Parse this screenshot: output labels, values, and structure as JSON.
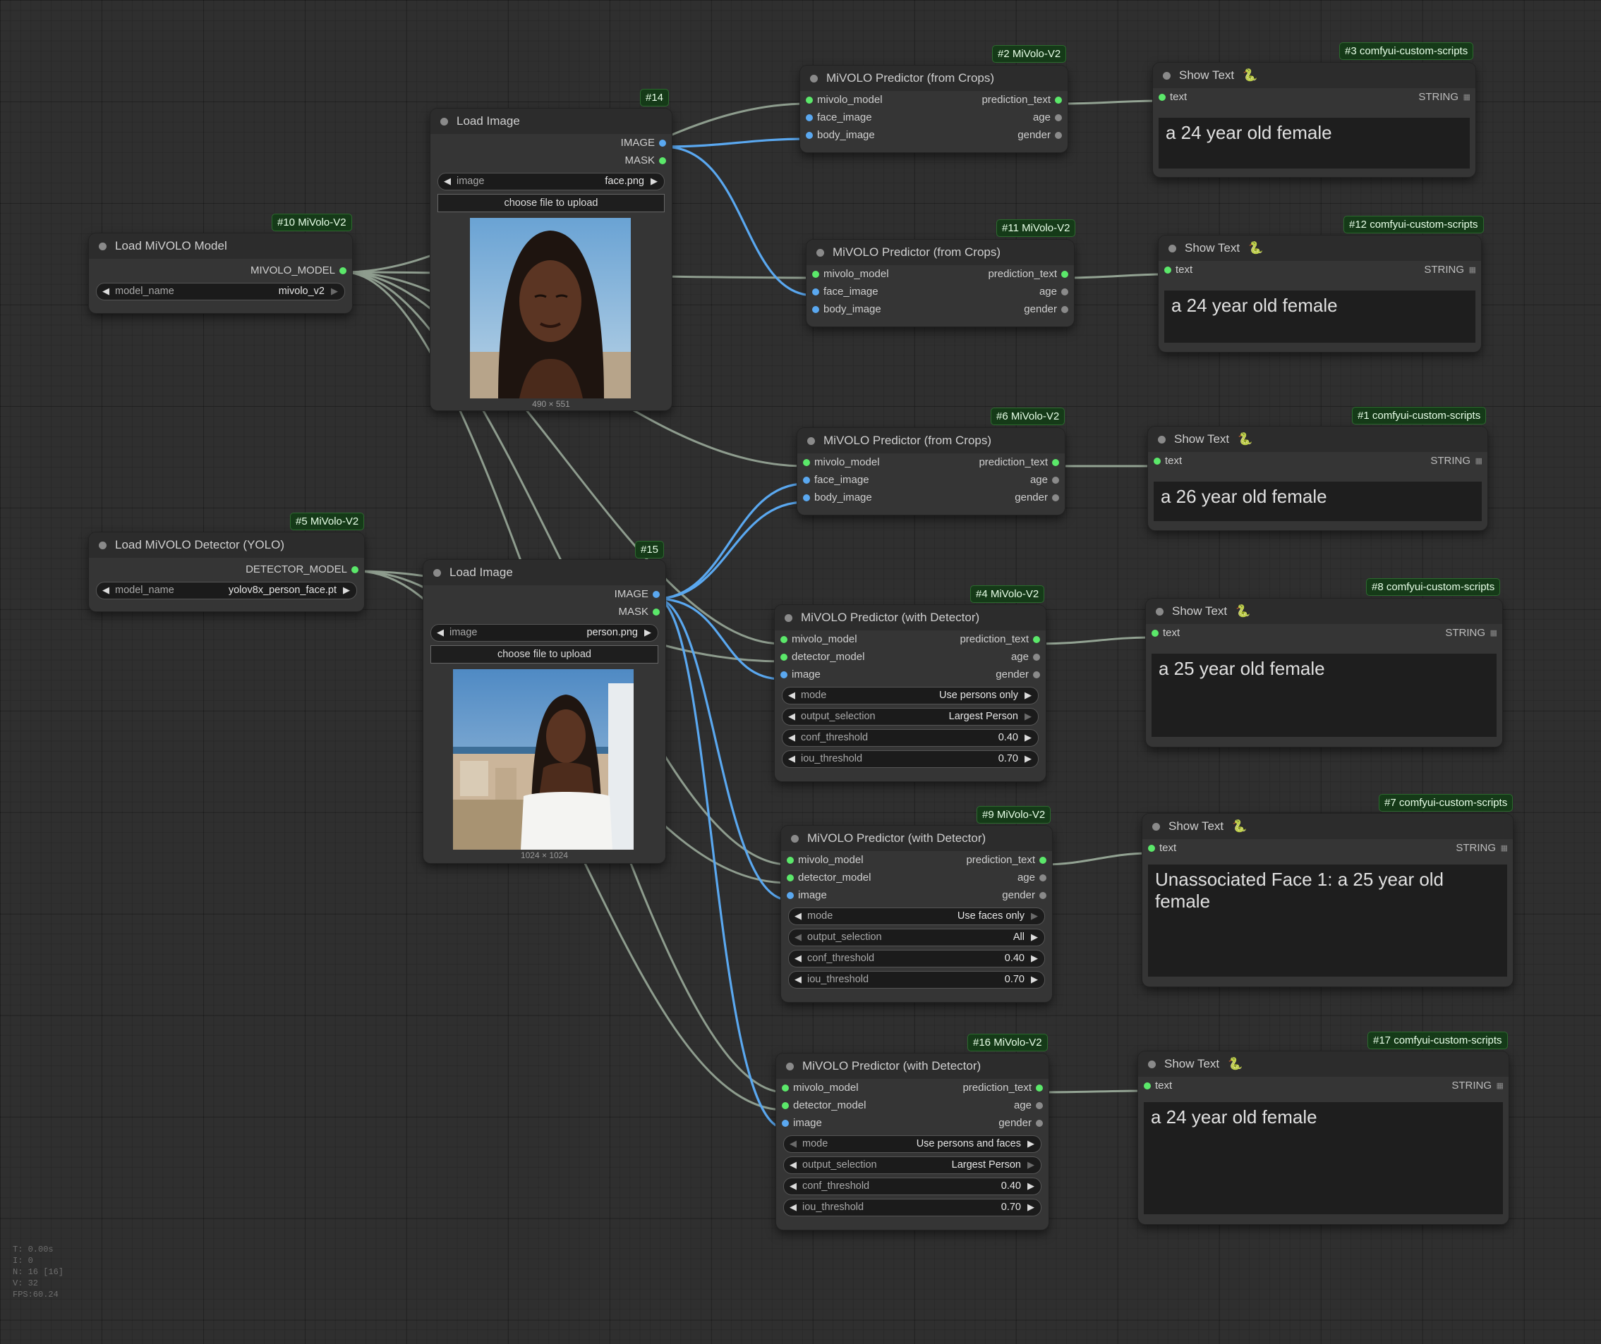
{
  "nodes": {
    "n14": {
      "badge": "#14",
      "title": "Load Image",
      "out1": "IMAGE",
      "out2": "MASK",
      "w_label": "image",
      "w_value": "face.png",
      "upload": "choose file to upload",
      "caption": "490 × 551"
    },
    "n15": {
      "badge": "#15",
      "title": "Load Image",
      "out1": "IMAGE",
      "out2": "MASK",
      "w_label": "image",
      "w_value": "person.png",
      "upload": "choose file to upload",
      "caption": "1024 × 1024"
    },
    "n10": {
      "badge": "#10 MiVolo-V2",
      "title": "Load MiVOLO Model",
      "out1": "MIVOLO_MODEL",
      "w_label": "model_name",
      "w_value": "mivolo_v2"
    },
    "n5": {
      "badge": "#5 MiVolo-V2",
      "title": "Load MiVOLO Detector (YOLO)",
      "out1": "DETECTOR_MODEL",
      "w_label": "model_name",
      "w_value": "yolov8x_person_face.pt"
    },
    "n2": {
      "badge": "#2 MiVolo-V2",
      "title": "MiVOLO Predictor (from Crops)",
      "in1": "mivolo_model",
      "in2": "face_image",
      "in3": "body_image",
      "out1": "prediction_text",
      "out2": "age",
      "out3": "gender"
    },
    "n11": {
      "badge": "#11 MiVolo-V2",
      "title": "MiVOLO Predictor (from Crops)",
      "in1": "mivolo_model",
      "in2": "face_image",
      "in3": "body_image",
      "out1": "prediction_text",
      "out2": "age",
      "out3": "gender"
    },
    "n6": {
      "badge": "#6 MiVolo-V2",
      "title": "MiVOLO Predictor (from Crops)",
      "in1": "mivolo_model",
      "in2": "face_image",
      "in3": "body_image",
      "out1": "prediction_text",
      "out2": "age",
      "out3": "gender"
    },
    "n4": {
      "badge": "#4 MiVolo-V2",
      "title": "MiVOLO Predictor (with Detector)",
      "in1": "mivolo_model",
      "in2": "detector_model",
      "in3": "image",
      "out1": "prediction_text",
      "out2": "age",
      "out3": "gender",
      "mode_l": "mode",
      "mode_v": "Use persons only",
      "sel_l": "output_selection",
      "sel_v": "Largest Person",
      "conf_l": "conf_threshold",
      "conf_v": "0.40",
      "iou_l": "iou_threshold",
      "iou_v": "0.70"
    },
    "n9": {
      "badge": "#9 MiVolo-V2",
      "title": "MiVOLO Predictor (with Detector)",
      "in1": "mivolo_model",
      "in2": "detector_model",
      "in3": "image",
      "out1": "prediction_text",
      "out2": "age",
      "out3": "gender",
      "mode_l": "mode",
      "mode_v": "Use faces only",
      "sel_l": "output_selection",
      "sel_v": "All",
      "conf_l": "conf_threshold",
      "conf_v": "0.40",
      "iou_l": "iou_threshold",
      "iou_v": "0.70"
    },
    "n16": {
      "badge": "#16 MiVolo-V2",
      "title": "MiVOLO Predictor (with Detector)",
      "in1": "mivolo_model",
      "in2": "detector_model",
      "in3": "image",
      "out1": "prediction_text",
      "out2": "age",
      "out3": "gender",
      "mode_l": "mode",
      "mode_v": "Use persons and faces",
      "sel_l": "output_selection",
      "sel_v": "Largest Person",
      "conf_l": "conf_threshold",
      "conf_v": "0.40",
      "iou_l": "iou_threshold",
      "iou_v": "0.70"
    },
    "n3": {
      "badge": "#3 comfyui-custom-scripts",
      "title": "Show Text",
      "in1": "text",
      "type": "STRING",
      "value": "a 24 year old female"
    },
    "n12": {
      "badge": "#12 comfyui-custom-scripts",
      "title": "Show Text",
      "in1": "text",
      "type": "STRING",
      "value": "a 24 year old female"
    },
    "n1": {
      "badge": "#1 comfyui-custom-scripts",
      "title": "Show Text",
      "in1": "text",
      "type": "STRING",
      "value": "a 26 year old female"
    },
    "n8": {
      "badge": "#8 comfyui-custom-scripts",
      "title": "Show Text",
      "in1": "text",
      "type": "STRING",
      "value": "a 25 year old female"
    },
    "n7": {
      "badge": "#7 comfyui-custom-scripts",
      "title": "Show Text",
      "in1": "text",
      "type": "STRING",
      "value": "Unassociated Face 1: a 25 year old female"
    },
    "n17": {
      "badge": "#17 comfyui-custom-scripts",
      "title": "Show Text",
      "in1": "text",
      "type": "STRING",
      "value": "a 24 year old female"
    }
  },
  "stats": {
    "t": "T: 0.00s",
    "i": "I: 0",
    "n": "N: 16 [16]",
    "v": "V: 32",
    "fps": "FPS:60.24"
  },
  "colors": {
    "wire_model": "#9fb09f",
    "wire_image": "#5aa8f0",
    "node_bg": "#353535",
    "badge_bg": "#153a18",
    "slot_green": "#5be86a",
    "slot_blue": "#5aa8f0"
  }
}
